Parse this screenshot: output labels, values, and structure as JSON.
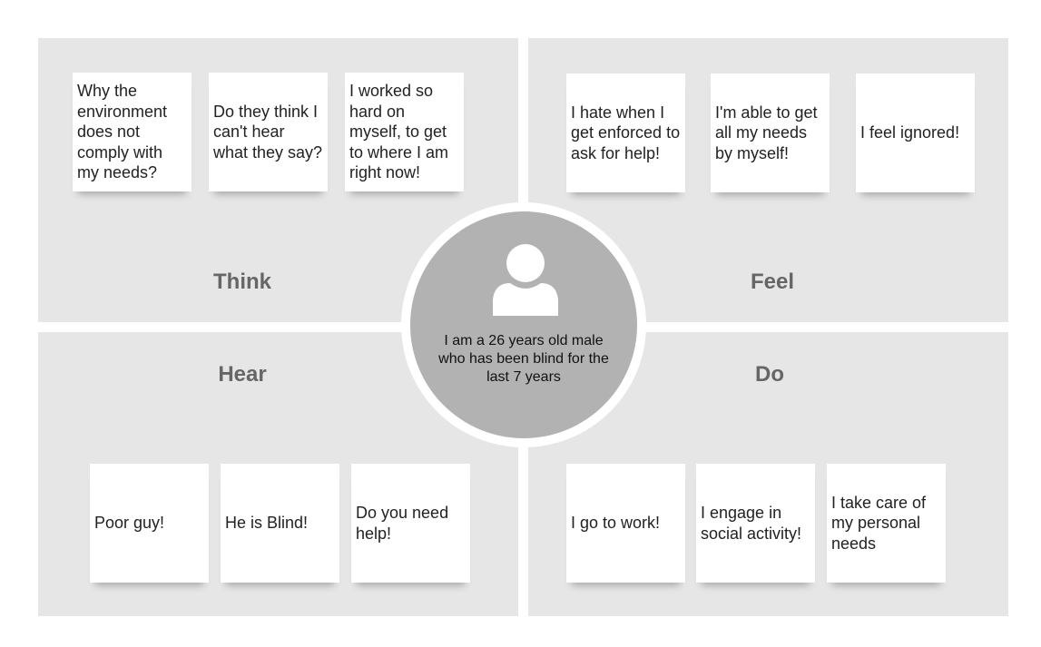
{
  "quadrants": {
    "think": {
      "label": "Think",
      "notes": [
        "Why the environment does not comply with my needs?",
        "Do they think I can't hear what they say?",
        "I worked so hard on myself, to get to where I am right now!"
      ]
    },
    "feel": {
      "label": "Feel",
      "notes": [
        "I hate when I get enforced to ask for help!",
        "I'm able to get all my needs by myself!",
        "I feel ignored!"
      ]
    },
    "hear": {
      "label": "Hear",
      "notes": [
        "Poor guy!",
        "He is Blind!",
        "Do you need help!"
      ]
    },
    "do": {
      "label": "Do",
      "notes": [
        "I go to work!",
        "I engage in social activity!",
        "I take care of my personal needs"
      ]
    }
  },
  "persona": {
    "icon": "user-icon",
    "description": "I am a 26 years old male who has been blind for the last 7 years"
  }
}
